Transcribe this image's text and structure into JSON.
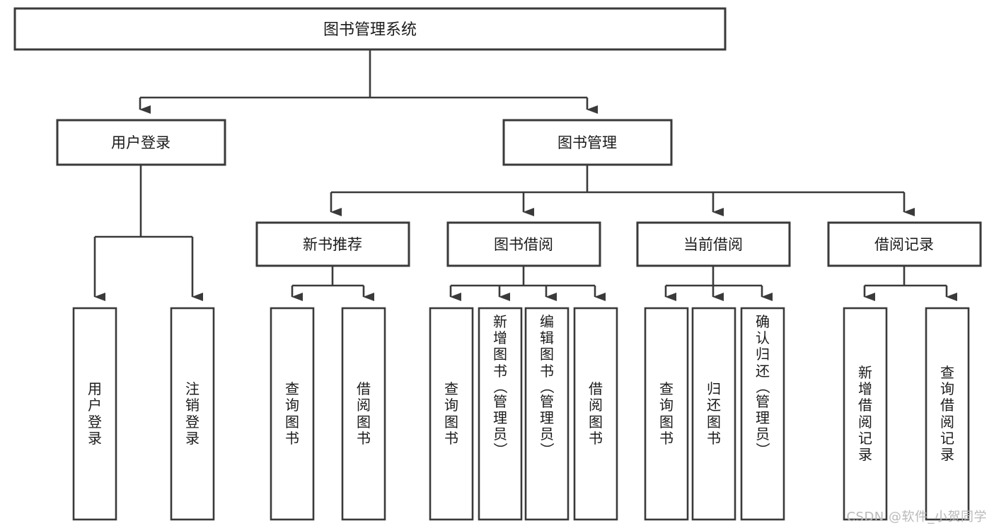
{
  "diagram": {
    "type": "tree-hierarchy",
    "title": "图书管理系统",
    "watermark": "CSDN @软件_小贺同学",
    "colors": {
      "background": "#ffffff",
      "stroke": "#3a3a3a",
      "text": "#1b1b1b",
      "watermark": "#b9b9b9"
    },
    "root": {
      "label": "图书管理系统"
    },
    "level2": [
      {
        "id": "user-login",
        "label": "用户登录"
      },
      {
        "id": "book-manage",
        "label": "图书管理"
      }
    ],
    "level3": [
      {
        "id": "new-book-recommend",
        "label": "新书推荐",
        "parent": "book-manage"
      },
      {
        "id": "book-borrow",
        "label": "图书借阅",
        "parent": "book-manage"
      },
      {
        "id": "current-borrow",
        "label": "当前借阅",
        "parent": "book-manage"
      },
      {
        "id": "borrow-record",
        "label": "借阅记录",
        "parent": "book-manage"
      }
    ],
    "leaves": {
      "user-login": [
        {
          "id": "leaf-user-login",
          "chars": [
            "用",
            "户",
            "登",
            "录"
          ]
        },
        {
          "id": "leaf-user-logout",
          "chars": [
            "注",
            "销",
            "登",
            "录"
          ]
        }
      ],
      "new-book-recommend": [
        {
          "id": "leaf-query-book-1",
          "chars": [
            "查",
            "询",
            "图",
            "书"
          ]
        },
        {
          "id": "leaf-borrow-book-1",
          "chars": [
            "借",
            "阅",
            "图",
            "书"
          ]
        }
      ],
      "book-borrow": [
        {
          "id": "leaf-query-book-2",
          "chars": [
            "查",
            "询",
            "图",
            "书"
          ]
        },
        {
          "id": "leaf-add-book-admin",
          "chars": [
            "新",
            "增",
            "图",
            "书",
            "（",
            "管",
            "理",
            "员",
            "）"
          ]
        },
        {
          "id": "leaf-edit-book-admin",
          "chars": [
            "编",
            "辑",
            "图",
            "书",
            "（",
            "管",
            "理",
            "员",
            "）"
          ]
        },
        {
          "id": "leaf-borrow-book-2",
          "chars": [
            "借",
            "阅",
            "图",
            "书"
          ]
        }
      ],
      "current-borrow": [
        {
          "id": "leaf-query-book-3",
          "chars": [
            "查",
            "询",
            "图",
            "书"
          ]
        },
        {
          "id": "leaf-return-book",
          "chars": [
            "归",
            "还",
            "图",
            "书"
          ]
        },
        {
          "id": "leaf-confirm-return-admin",
          "chars": [
            "确",
            "认",
            "归",
            "还",
            "（",
            "管",
            "理",
            "员",
            "）"
          ]
        }
      ],
      "borrow-record": [
        {
          "id": "leaf-add-borrow-record",
          "chars": [
            "新",
            "增",
            "借",
            "阅",
            "记",
            "录"
          ]
        },
        {
          "id": "leaf-query-borrow-record",
          "chars": [
            "查",
            "询",
            "借",
            "阅",
            "记",
            "录"
          ]
        }
      ]
    }
  }
}
